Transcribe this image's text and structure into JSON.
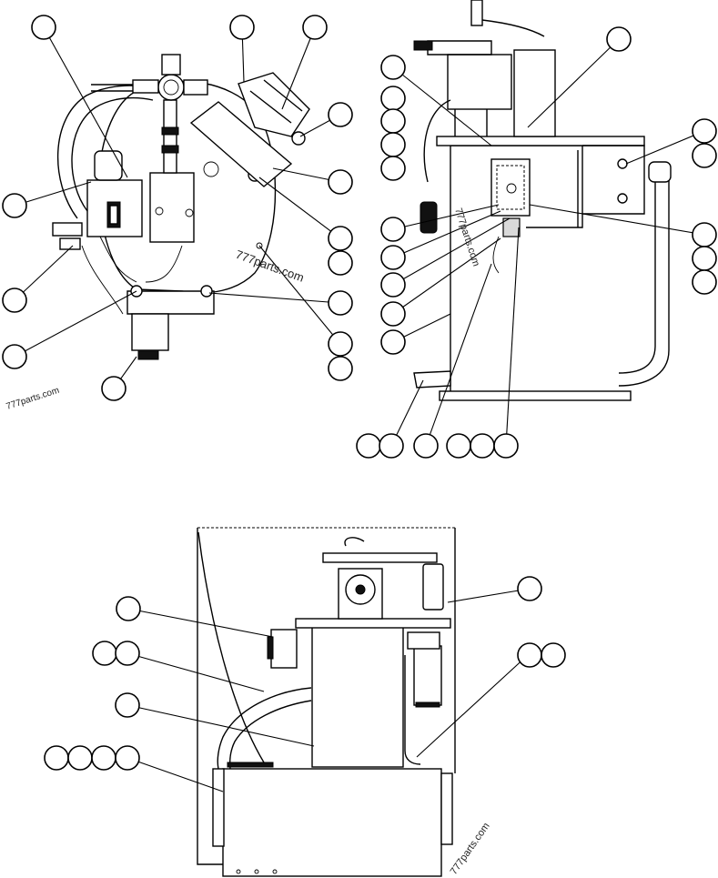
{
  "watermarks": [
    {
      "text": "777parts.com"
    },
    {
      "text": "777parts.com"
    },
    {
      "text": "777parts.com"
    },
    {
      "text": "777parts.com"
    }
  ],
  "colors": {
    "ink": "#000000",
    "paper": "#ffffff"
  }
}
